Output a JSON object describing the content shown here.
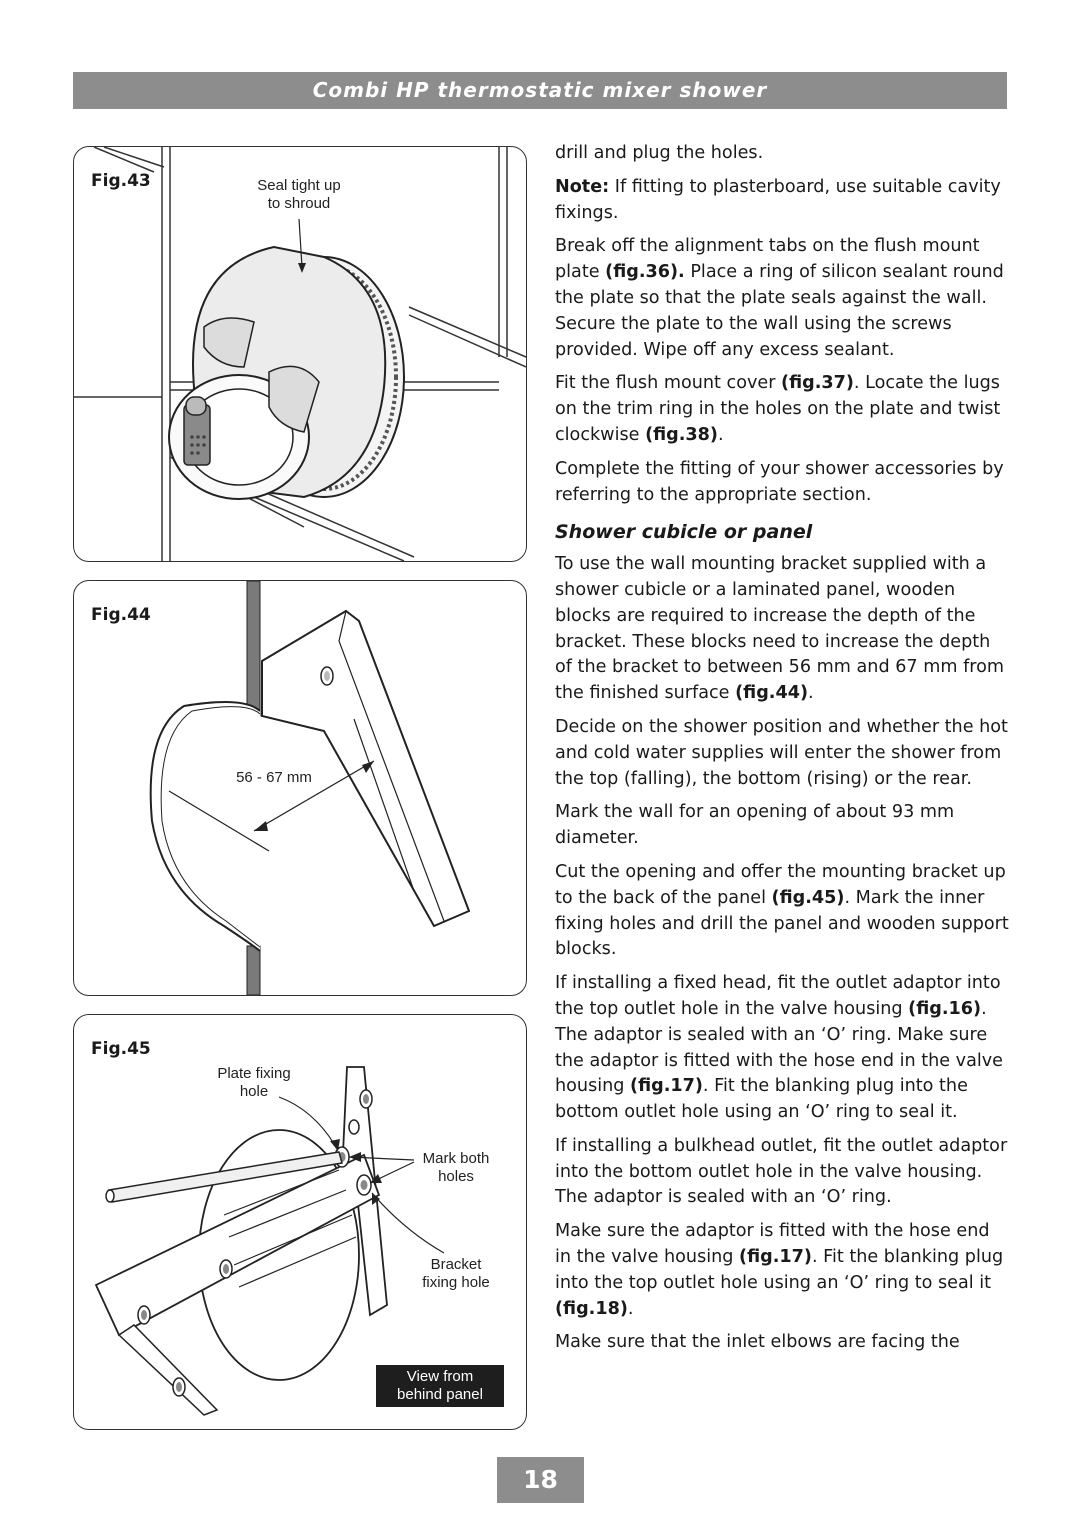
{
  "header": {
    "title": "Combi HP thermostatic mixer shower"
  },
  "figures": {
    "fig43": {
      "label": "Fig.43",
      "callout": "Seal tight up\nto shroud"
    },
    "fig44": {
      "label": "Fig.44",
      "dimension": "56 - 67 mm"
    },
    "fig45": {
      "label": "Fig.45",
      "plate_callout": "Plate fixing\nhole",
      "mark_callout": "Mark both\nholes",
      "bracket_callout": "Bracket\nfixing hole",
      "view_note": "View from\nbehind panel"
    }
  },
  "body": {
    "p1": "drill and plug the holes.",
    "note_label": "Note:",
    "note_text": " If fitting to plasterboard, use suitable cavity fixings.",
    "p3a": "Break off the alignment tabs on the flush mount plate ",
    "p3ref": "(fig.36).",
    "p3b": " Place a ring of silicon sealant round the plate so that the plate seals against the wall. Secure the plate to the wall using the screws provided. Wipe off any excess sealant.",
    "p4a": "Fit the flush mount cover ",
    "p4ref1": "(fig.37)",
    "p4b": ". Locate the lugs on the trim ring in the holes on the plate and twist clockwise ",
    "p4ref2": "(fig.38)",
    "p4c": ".",
    "p5": "Complete the fitting of your shower accessories by referring to the appropriate section.",
    "section_heading": "Shower cubicle or panel",
    "p6a": "To use the wall mounting bracket supplied with a shower cubicle or a laminated panel, wooden blocks are required to increase the depth of the bracket. These blocks need to increase the depth of the bracket to between 56 mm and 67 mm from the finished surface ",
    "p6ref": "(fig.44)",
    "p6b": ".",
    "p7": "Decide on the shower position and whether the hot and cold water supplies will enter the shower from the top (falling), the bottom (rising) or the rear.",
    "p8": "Mark the wall for an opening of about 93 mm diameter.",
    "p9a": "Cut the opening and offer the mounting bracket up to the back of the panel ",
    "p9ref": "(fig.45)",
    "p9b": ". Mark the inner fixing holes and drill the panel and wooden support blocks.",
    "p10a": "If installing a fixed head, fit the outlet adaptor into the top outlet hole in the valve housing ",
    "p10ref1": "(fig.16)",
    "p10b": ". The adaptor is sealed with an ‘O’ ring. Make sure the adaptor is fitted with the hose end in the valve housing ",
    "p10ref2": "(fig.17)",
    "p10c": ". Fit the blanking plug into the bottom outlet hole using an ‘O’ ring to seal it.",
    "p11": "If installing a bulkhead outlet, fit the outlet adaptor into the bottom outlet hole in the valve housing. The adaptor is sealed with an ‘O’ ring.",
    "p12a": "Make sure the adaptor is fitted with the hose end in the valve housing ",
    "p12ref1": "(fig.17)",
    "p12b": ". Fit the blanking plug into the top outlet hole using an ‘O’ ring to seal it ",
    "p12ref2": "(fig.18)",
    "p12c": ".",
    "p13": "Make sure that the inlet elbows are facing the"
  },
  "page_number": "18"
}
